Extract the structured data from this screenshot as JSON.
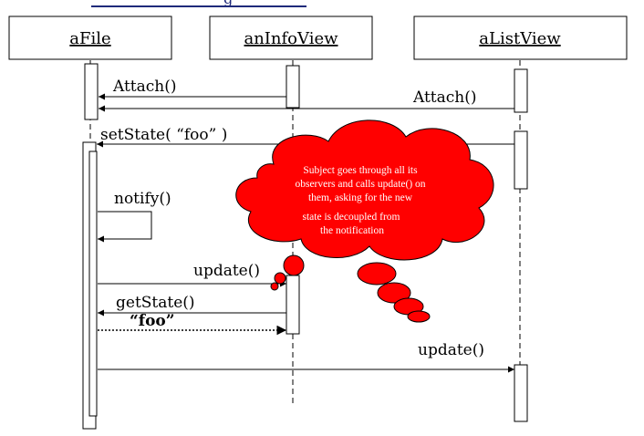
{
  "header_fragment": "g",
  "objects": [
    {
      "name": "aFile"
    },
    {
      "name": "anInfoView"
    },
    {
      "name": "aListView"
    }
  ],
  "messages": {
    "attach_info": "Attach()",
    "attach_list": "Attach()",
    "set_state": "setState( “foo” )",
    "notify": "notify()",
    "update_info": "update()",
    "get_state": "getState()",
    "foo_return": "“foo”",
    "update_list": "update()"
  },
  "note": {
    "lines": [
      "Subject goes through all its",
      "observers and calls update() on",
      "them, asking for the new",
      "state is decoupled from",
      "the notification"
    ]
  },
  "colors": {
    "note_fill": "#ff0000",
    "line": "#000000",
    "header_bar": "#1f2a7a"
  }
}
